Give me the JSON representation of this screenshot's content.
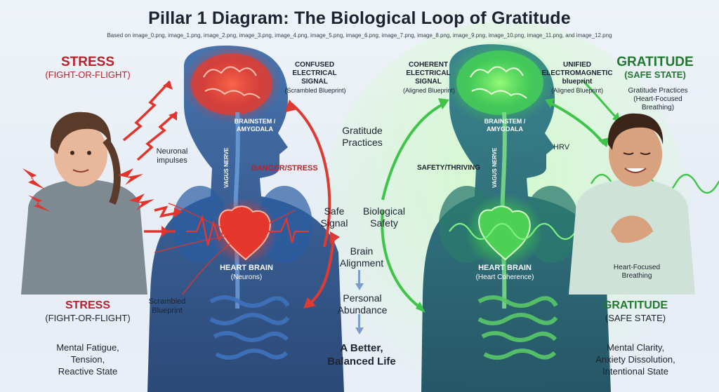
{
  "title": "Pillar 1 Diagram: The Biological Loop of Gratitude",
  "subtitle": "Based on image_0.png, image_1.png, image_2.png, image_3.png, image_4.png, image_5.png, image_6.png, image_7.png, image_8.png, image_9.png, image_10.png, image_11.png, and image_12.png",
  "colors": {
    "stress": "#d8332f",
    "gratitude": "#3fc44a",
    "stress_text": "#b8232b",
    "gratitude_text": "#1f7a2e"
  },
  "left": {
    "heading_1": "STRESS",
    "heading_1_sub": "(FIGHT-OR-FLIGHT)",
    "signal_label_1": "CONFUSED",
    "signal_label_2": "ELECTRICAL",
    "signal_label_3": "SIGNAL",
    "signal_sub": "(Scrambled Blueprint)",
    "brainstem_1": "BRAINSTEM /",
    "brainstem_2": "AMYGDALA",
    "vagus": "VAGUS NERVE",
    "neuronal_1": "Neuronal",
    "neuronal_2": "impulses",
    "danger": "DANGER/STRESS",
    "heart_brain": "HEART BRAIN",
    "heart_sub": "(Neurons)",
    "scrambled_1": "Scrambled",
    "scrambled_2": "Blueprint",
    "heading_2": "STRESS",
    "heading_2_sub": "(FIGHT-OR-FLIGHT)",
    "state_1": "Mental Fatigue,",
    "state_2": "Tension,",
    "state_3": "Reactive State"
  },
  "center": {
    "gratitude_1": "Gratitude",
    "gratitude_2": "Practices",
    "safe_1": "Safe",
    "safe_2": "Signal",
    "bio_1": "Biological",
    "bio_2": "Safety",
    "brain_1": "Brain",
    "brain_2": "Alignment",
    "personal_1": "Personal",
    "personal_2": "Abundance",
    "better_1": "A Better,",
    "better_2": "Balanced Life"
  },
  "right": {
    "coherent_1": "COHERENT",
    "coherent_2": "ELECTRICAL",
    "coherent_3": "SIGNAL",
    "coherent_sub": "(Aligned Blueprint)",
    "unified_1": "UNIFIED",
    "unified_2": "ELECTROMAGNETIC",
    "unified_3": "blueprint",
    "unified_sub": "(Aligned Blueprint)",
    "heading_1": "GRATITUDE",
    "heading_1_sub": "(SAFE STATE)",
    "practices_1": "Gratitude Practices",
    "practices_2": "(Heart-Focused",
    "practices_3": "Breathing)",
    "brainstem_1": "BRAINSTEM /",
    "brainstem_2": "AMYGDALA",
    "safety": "SAFETY/THRIVING",
    "vagus": "VAGUS NERVE",
    "hrv": "HRV",
    "heart_brain": "HEART BRAIN",
    "heart_sub": "(Heart Coherence)",
    "breathing_1": "Heart-Focused",
    "breathing_2": "Breathing",
    "heading_2": "GRATITUDE",
    "heading_2_sub": "(SAFE STATE)",
    "state_1": "Mental Clarity,",
    "state_2": "Anxiety Dissolution,",
    "state_3": "Intentional State"
  }
}
